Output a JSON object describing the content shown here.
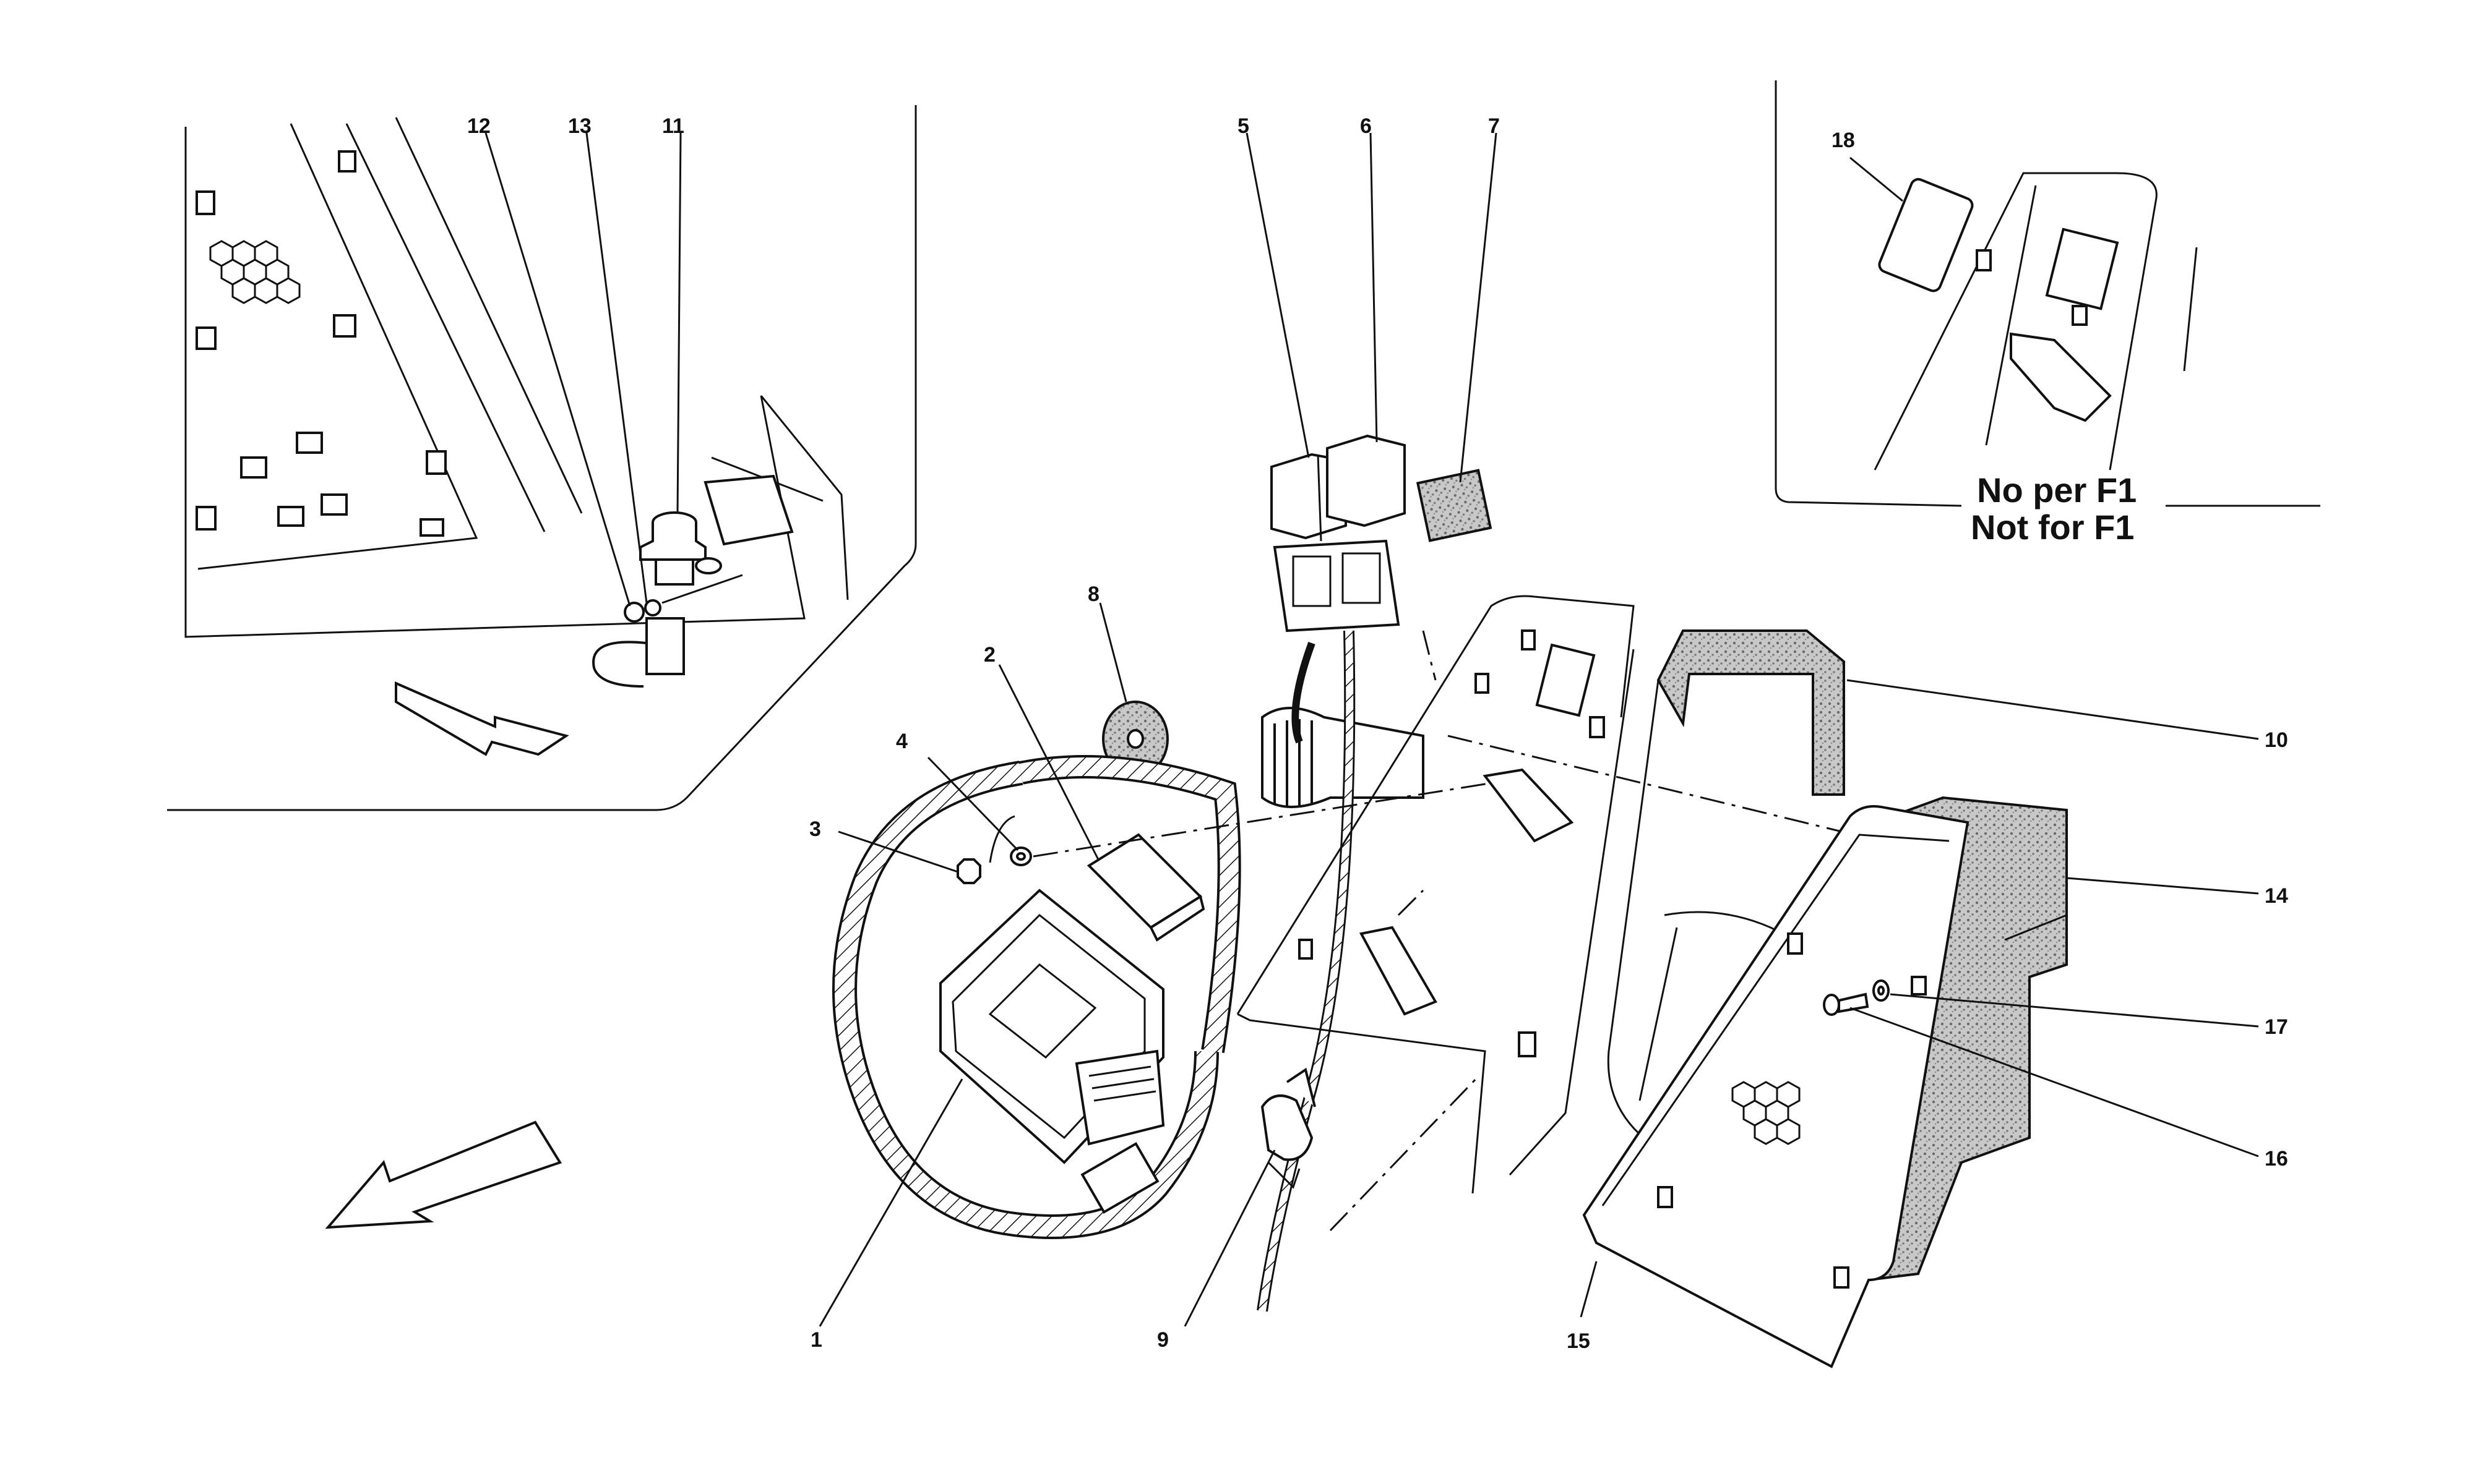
{
  "callouts": [
    "1",
    "2",
    "3",
    "4",
    "5",
    "6",
    "7",
    "8",
    "9",
    "10",
    "11",
    "12",
    "13",
    "14",
    "15",
    "16",
    "17",
    "18"
  ],
  "note": {
    "line1": "No per F1",
    "line2": "Not for F1"
  },
  "icons": [
    "direction-arrow-icon",
    "direction-arrow-icon"
  ]
}
